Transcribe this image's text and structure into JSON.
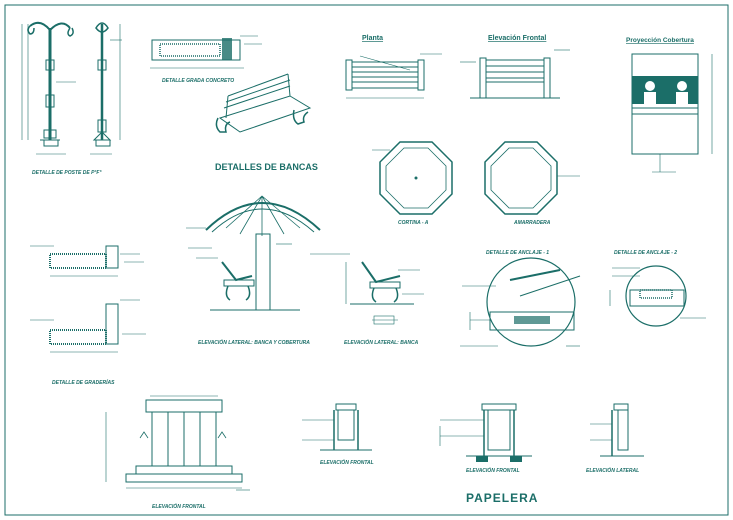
{
  "labels": {
    "poste": "DETALLE DE POSTE DE P°F°",
    "grada": "DETALLE GRADA CONCRETO",
    "planta": "Planta",
    "elev_frontal_top": "Elevación Frontal",
    "proyeccion": "Proyección Cobertura",
    "bancas_title": "DETALLES DE BANCAS",
    "cortina": "CORTINA - A",
    "amarradera": "AMARRADERA",
    "elev_banca_cob": "ELEVACIÓN LATERAL: BANCA Y COBERTURA",
    "elev_banca": "ELEVACIÓN LATERAL: BANCA",
    "anclaje1": "DETALLE DE ANCLAJE - 1",
    "anclaje2": "DETALLE DE ANCLAJE - 2",
    "gradas_det": "DETALLE DE GRADERÍAS",
    "elev_frontal_base": "ELEVACIÓN FRONTAL",
    "pap_frontal_1": "ELEVACIÓN FRONTAL",
    "pap_frontal_2": "ELEVACIÓN FRONTAL",
    "pap_lateral": "ELEVACIÓN LATERAL",
    "papelera": "PAPELERA"
  },
  "colors": {
    "line": "#1b6e68",
    "background": "#ffffff"
  }
}
